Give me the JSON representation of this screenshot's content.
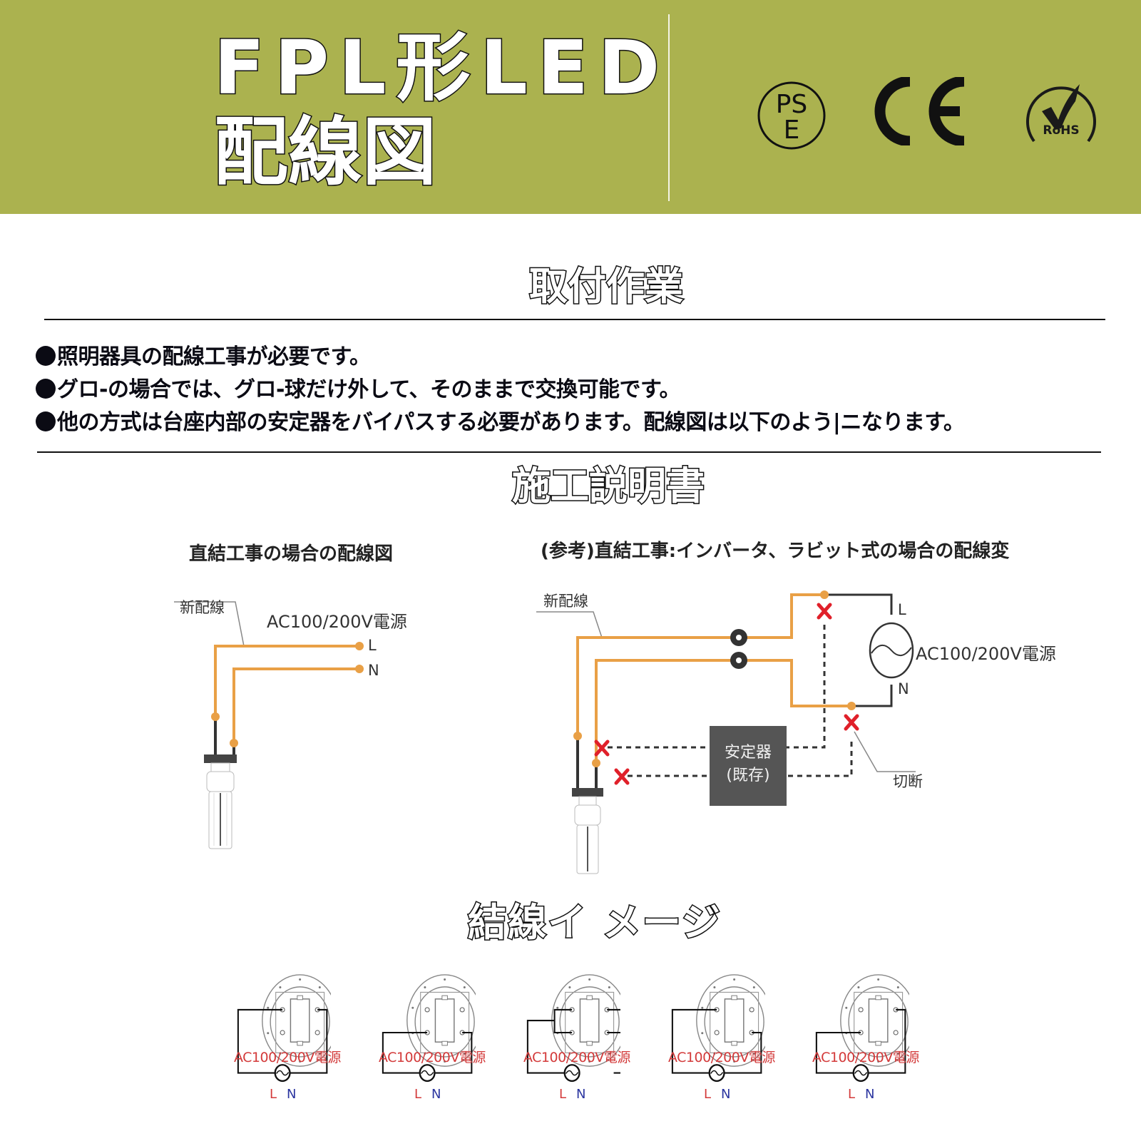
{
  "header": {
    "title_line1": "FPL形LED",
    "title_line2": "配線図",
    "background_color": "#abb24f",
    "certifications": [
      {
        "name": "PSE",
        "icon": "pse-mark-icon",
        "text_top": "PS",
        "text_bottom": "E"
      },
      {
        "name": "CE",
        "icon": "ce-mark-icon",
        "text": "CE"
      },
      {
        "name": "RoHS",
        "icon": "rohs-check-icon",
        "text": "RoHS"
      }
    ]
  },
  "section_install": {
    "heading": "取付作業",
    "bullets": [
      "照明器具の配線工事が必要です。",
      "グロ-の場合では、グロ-球だけ外して、そのままで交換可能です。",
      "他の方式は台座内部の安定器をバイパスする必要があります。配線図は以下のよう|ニなります。"
    ]
  },
  "section_manual": {
    "heading": "施工説明書",
    "diagram_direct": {
      "caption": "直結工事の場合の配線図",
      "new_wiring_label": "新配線",
      "power_label": "AC100/200V電源",
      "terminal_l": "L",
      "terminal_n": "N"
    },
    "diagram_reference": {
      "caption": "(参考)直結工事:インバータ、ラビット式の場合の配線変",
      "new_wiring_label": "新配線",
      "power_label": "AC100/200V電源",
      "terminal_l": "L",
      "terminal_n": "N",
      "ballast_line1": "安定器",
      "ballast_line2": "(既存)",
      "cut_label": "切断"
    },
    "colors": {
      "wire_orange": "#e9a046",
      "wire_dark": "#333333",
      "cut_mark_red": "#e0202a",
      "ballast_gray": "#555555"
    }
  },
  "section_image": {
    "heading": "結線イ メージ",
    "sockets": [
      {
        "caption": "AC100/200V電源",
        "l": "L",
        "n": "N",
        "wiring": "top-pins"
      },
      {
        "caption": "AC100/200V電源",
        "l": "L",
        "n": "N",
        "wiring": "bottom-pins"
      },
      {
        "caption": "AC100/200V電源",
        "l": "L",
        "n": "N",
        "wiring": "all-pins-bridged"
      },
      {
        "caption": "AC100/200V電源",
        "l": "L",
        "n": "N",
        "wiring": "left-top-right-bottom"
      },
      {
        "caption": "AC100/200V電源",
        "l": "L",
        "n": "N",
        "wiring": "left-bottom-right-top"
      }
    ]
  }
}
